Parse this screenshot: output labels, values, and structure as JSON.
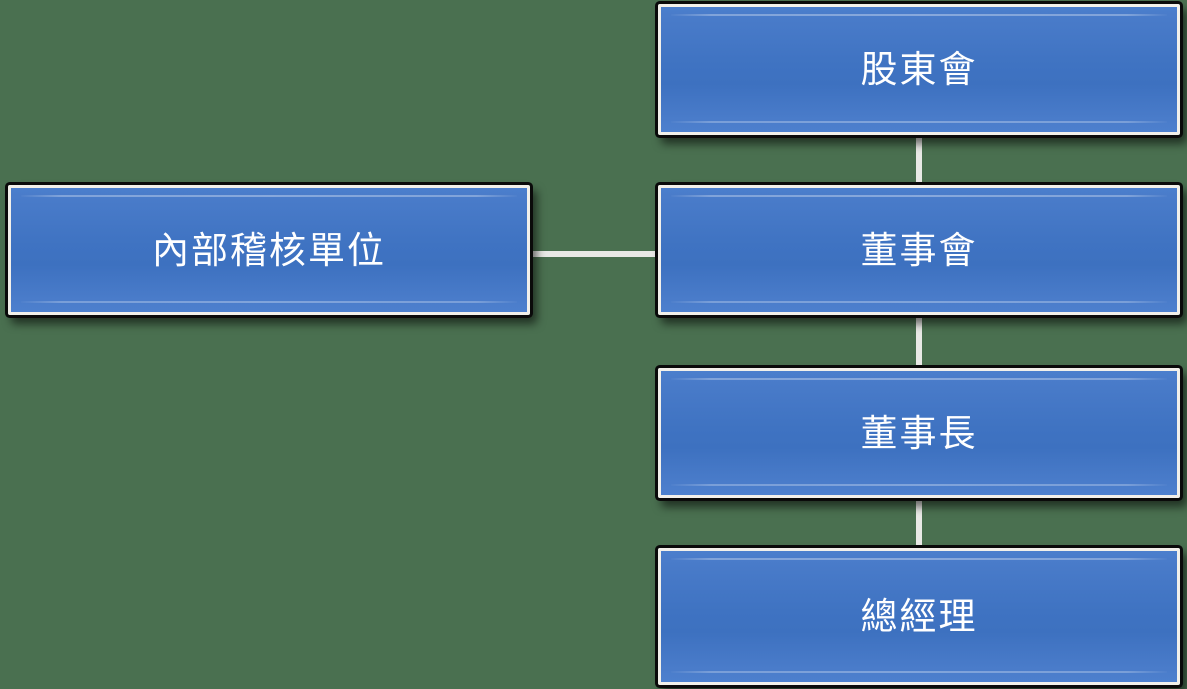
{
  "chart_data": {
    "type": "diagram",
    "subtype": "organization-chart",
    "title": "",
    "background_color": "#4a7050",
    "node_fill_color": "#4277c7",
    "node_border_color": "#f2f0ea",
    "node_outline_color": "#0a0a0a",
    "node_text_color": "#ffffff",
    "connector_color": "#e9e9e6",
    "nodes": [
      {
        "id": "shareholders",
        "label": "股東會",
        "level": 1,
        "column": "right"
      },
      {
        "id": "board",
        "label": "董事會",
        "level": 2,
        "column": "right"
      },
      {
        "id": "chairman",
        "label": "董事長",
        "level": 3,
        "column": "right"
      },
      {
        "id": "gm",
        "label": "總經理",
        "level": 4,
        "column": "right"
      },
      {
        "id": "audit",
        "label": "內部稽核單位",
        "level": 2,
        "column": "left"
      }
    ],
    "edges": [
      {
        "from": "shareholders",
        "to": "board",
        "orientation": "vertical"
      },
      {
        "from": "board",
        "to": "chairman",
        "orientation": "vertical"
      },
      {
        "from": "chairman",
        "to": "gm",
        "orientation": "vertical"
      },
      {
        "from": "audit",
        "to": "board",
        "orientation": "horizontal"
      }
    ]
  },
  "diagram": {
    "shareholders_label": "股東會",
    "board_label": "董事會",
    "chairman_label": "董事長",
    "general_manager_label": "總經理",
    "internal_audit_label": "內部稽核單位"
  }
}
